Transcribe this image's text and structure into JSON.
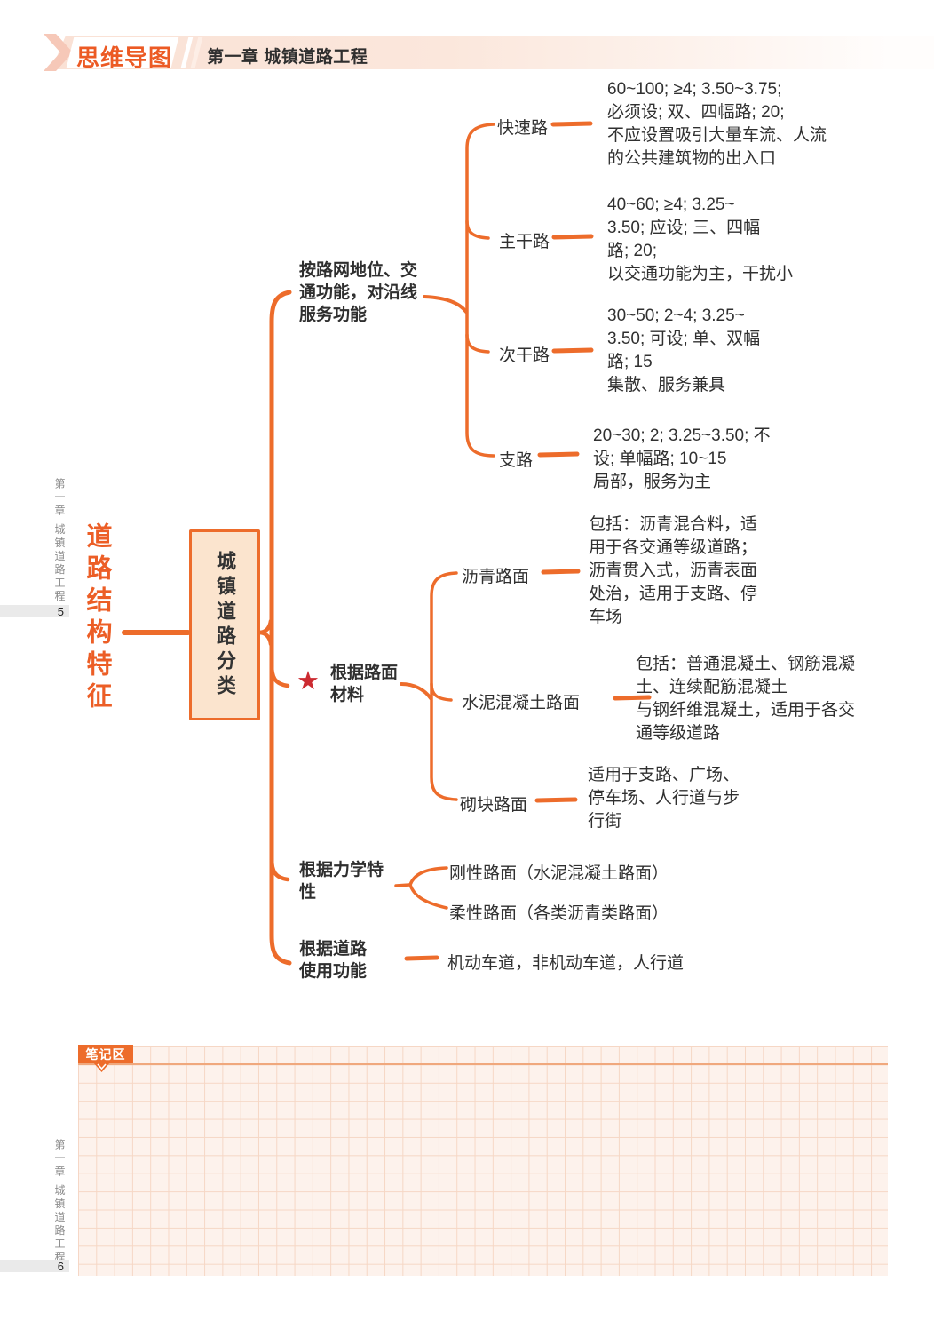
{
  "header": {
    "badge": "思维导图",
    "chapter": "第一章 城镇道路工程"
  },
  "sidebars": {
    "top": {
      "chapter": "第一章 城镇道路工程",
      "page": "5"
    },
    "bottom": {
      "chapter": "第一章 城镇道路工程",
      "page": "6"
    }
  },
  "notes": {
    "label": "笔记区"
  },
  "colors": {
    "orange": "#ED6C2B",
    "orange_title": "#EC5A24",
    "peach_fill": "#FBE4CE",
    "star_red": "#CC2B31",
    "dark_text": "#303030",
    "gray_side": "#8C8C8C",
    "grid_bg": "#FDF2EC",
    "grid_line": "#F6D7C5",
    "grid_accent": "#F0A87D",
    "banner_pink": "#FAE1D5"
  },
  "mindmap": {
    "root": "道路结构特征",
    "center": "城镇道路分类",
    "branches": [
      {
        "label": "按路网地位、交\n通功能，对沿线\n服务功能",
        "starred": false,
        "children": [
          {
            "label": "快速路",
            "desc": "60~100; ≥4; 3.50~3.75;\n必须设; 双、四幅路; 20;\n不应设置吸引大量车流、人流\n的公共建筑物的出入口"
          },
          {
            "label": "主干路",
            "desc": "40~60; ≥4; 3.25~\n3.50; 应设; 三、四幅\n路; 20;\n以交通功能为主，干扰小"
          },
          {
            "label": "次干路",
            "desc": "30~50; 2~4; 3.25~\n3.50; 可设; 单、双幅\n路; 15\n集散、服务兼具"
          },
          {
            "label": "支路",
            "desc": "20~30; 2; 3.25~3.50; 不\n设; 单幅路; 10~15\n局部，服务为主"
          }
        ]
      },
      {
        "label": "根据路面\n材料",
        "starred": true,
        "star_glyph": "★",
        "children": [
          {
            "label": "沥青路面",
            "desc": "包括：沥青混合料，适\n用于各交通等级道路；\n沥青贯入式，沥青表面\n处治，适用于支路、停\n车场"
          },
          {
            "label": "水泥混凝土路面",
            "desc": "包括：普通混凝土、钢筋混凝\n土、连续配筋混凝土\n与钢纤维混凝土，适用于各交\n通等级道路"
          },
          {
            "label": "砌块路面",
            "desc": "适用于支路、广场、\n停车场、人行道与步\n行街"
          }
        ]
      },
      {
        "label": "根据力学特\n性",
        "starred": false,
        "children": [
          {
            "label": "刚性路面（水泥混凝土路面）"
          },
          {
            "label": "柔性路面（各类沥青类路面）"
          }
        ]
      },
      {
        "label": "根据道路\n使用功能",
        "starred": false,
        "children": [
          {
            "label": "机动车道，非机动车道，人行道"
          }
        ]
      }
    ]
  }
}
